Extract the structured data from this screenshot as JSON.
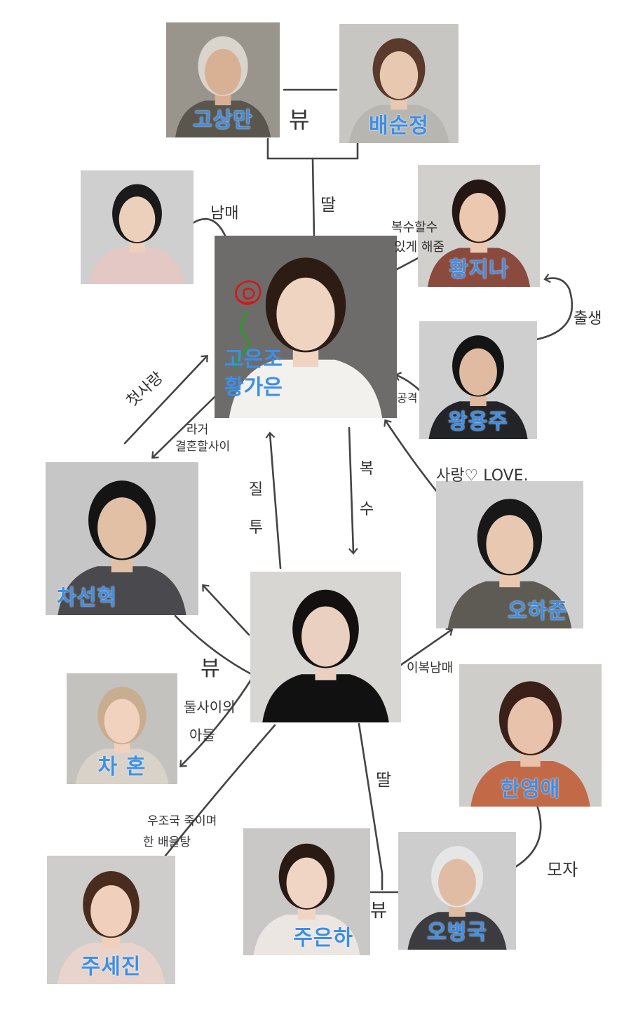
{
  "diagram": {
    "characters": [
      {
        "id": "go-sangman",
        "name": "고상만",
        "bg": "#9a958c",
        "suit": "#5a554d",
        "skin": "#d8b094",
        "hair": "#d9d4cc"
      },
      {
        "id": "bae-sunjeong",
        "name": "배순정",
        "bg": "#c8c6c3",
        "suit": "#b8b6b0",
        "skin": "#e8c8b0",
        "hair": "#5a3a2a"
      },
      {
        "id": "brother",
        "name": "",
        "bg": "#cfcfcf",
        "suit": "#e3c8c6",
        "skin": "#ecd0bc",
        "hair": "#1a1a1a"
      },
      {
        "id": "hwang-jina",
        "name": "황지나",
        "bg": "#d2d0cd",
        "suit": "#8a4a3e",
        "skin": "#ecc8b0",
        "hair": "#241612"
      },
      {
        "id": "go-eunjo",
        "name_line1": "고은조",
        "name_line2": "황가은",
        "bg": "#6e6c6a",
        "suit": "#f3f1ee",
        "skin": "#efd4c2",
        "hair": "#2d1c14"
      },
      {
        "id": "wang-yongju",
        "name": "왕용주",
        "bg": "#cfcfcf",
        "suit": "#222428",
        "skin": "#e0bba2",
        "hair": "#141414"
      },
      {
        "id": "cha-seonhyeok",
        "name": "차선혁",
        "bg": "#c6c6c6",
        "suit": "#4a4a4e",
        "skin": "#e2c0a6",
        "hair": "#141414"
      },
      {
        "id": "oh-hajun",
        "name": "오하준",
        "bg": "#cfcfcf",
        "suit": "#5e5a54",
        "skin": "#e8c8b0",
        "hair": "#181818"
      },
      {
        "id": "center-woman",
        "name": "",
        "bg": "#d7d6d3",
        "suit": "#111111",
        "skin": "#ead0c0",
        "hair": "#141010"
      },
      {
        "id": "cha-hon",
        "name": "차 혼",
        "bg": "#c4c2bf",
        "suit": "#d9d2c8",
        "skin": "#f0d2be",
        "hair": "#c9ad90"
      },
      {
        "id": "han-yeonge",
        "name": "한영애",
        "bg": "#cfcdca",
        "suit": "#c26a48",
        "skin": "#e8c2aa",
        "hair": "#3a2018"
      },
      {
        "id": "ju-segin",
        "name": "주세진",
        "bg": "#cfcdcb",
        "suit": "#e8d4cc",
        "skin": "#f0d0bc",
        "hair": "#4a2c1e"
      },
      {
        "id": "ju-eunha",
        "name": "주은하",
        "bg": "#cac8c6",
        "suit": "#ece6e2",
        "skin": "#f0d4c4",
        "hair": "#2a1a14"
      },
      {
        "id": "oh-byeongguk",
        "name": "오병국",
        "bg": "#cdcdcd",
        "suit": "#3c3c40",
        "skin": "#e0bca4",
        "hair": "#e6e6e6"
      }
    ],
    "relations": {
      "couple_top": "뷰",
      "daughter_top": "딸",
      "siblings": "남매",
      "revenge_help_1": "복수할수",
      "revenge_help_2": "있게 해줌",
      "birth": "출생",
      "attack": "공격",
      "first_love": "첫사랑",
      "marriage_1": "라거",
      "marriage_2": "결혼할사이",
      "chaos": [
        "질",
        "투"
      ],
      "revenge": [
        "복",
        "수"
      ],
      "love": "사랑",
      "love_heart": "♡",
      "love_en": "LOVE.",
      "couple_left": "뷰",
      "son_of_two_1": "둘사이의",
      "son_of_two_2": "아들",
      "half_sibling": "이복남매",
      "daughter_bottom": "딸",
      "plot_1": "우조국 죽이며",
      "plot_2": "한 배을탕",
      "couple_bottom": "뷰",
      "mother_son": "모자"
    },
    "colors": {
      "name": "#3b8fe8",
      "line": "#444444",
      "rose": "#d21818",
      "stem": "#2a9a2a"
    }
  }
}
